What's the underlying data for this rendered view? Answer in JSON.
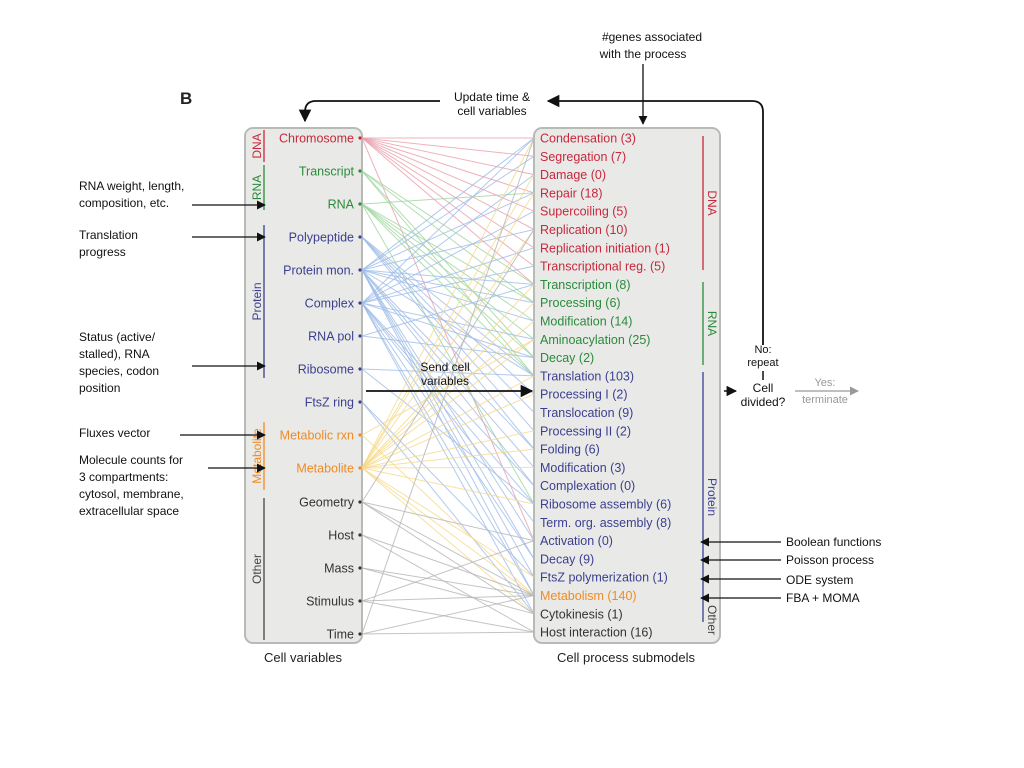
{
  "panel_label": "B",
  "top_note": [
    "#genes associated",
    "with the process"
  ],
  "update_note": [
    "Update time &",
    "cell variables"
  ],
  "send_note": [
    "Send cell",
    "variables"
  ],
  "loop": {
    "no_label": [
      "No:",
      "repeat"
    ],
    "question": [
      "Cell",
      "divided?"
    ],
    "yes_label": [
      "Yes:",
      "terminate"
    ]
  },
  "left_column": {
    "caption": "Cell variables",
    "groups": [
      {
        "label": "DNA",
        "color": "#c8283c"
      },
      {
        "label": "RNA",
        "color": "#2a8a3a"
      },
      {
        "label": "Protein",
        "color": "#3b3f8f"
      },
      {
        "label": "Metabolite",
        "color": "#f08a24"
      },
      {
        "label": "Other",
        "color": "#444444"
      }
    ],
    "items": [
      {
        "label": "Chromosome",
        "color": "#c8283c"
      },
      {
        "label": "Transcript",
        "color": "#2a8a3a"
      },
      {
        "label": "RNA",
        "color": "#2a8a3a"
      },
      {
        "label": "Polypeptide",
        "color": "#3b3f8f"
      },
      {
        "label": "Protein mon.",
        "color": "#3b3f8f"
      },
      {
        "label": "Complex",
        "color": "#3b3f8f"
      },
      {
        "label": "RNA pol",
        "color": "#3b3f8f"
      },
      {
        "label": "Ribosome",
        "color": "#3b3f8f"
      },
      {
        "label": "FtsZ ring",
        "color": "#3b3f8f"
      },
      {
        "label": "Metabolic rxn",
        "color": "#f08a24"
      },
      {
        "label": "Metabolite",
        "color": "#f08a24"
      },
      {
        "label": "Geometry",
        "color": "#333333"
      },
      {
        "label": "Host",
        "color": "#333333"
      },
      {
        "label": "Mass",
        "color": "#333333"
      },
      {
        "label": "Stimulus",
        "color": "#333333"
      },
      {
        "label": "Time",
        "color": "#333333"
      }
    ]
  },
  "right_column": {
    "caption": "Cell process submodels",
    "groups": [
      {
        "label": "DNA",
        "color": "#c8283c"
      },
      {
        "label": "RNA",
        "color": "#2a8a3a"
      },
      {
        "label": "Protein",
        "color": "#3b3f8f"
      },
      {
        "label": "Other",
        "color": "#444444"
      }
    ],
    "items": [
      {
        "label": "Condensation (3)",
        "color": "#c8283c"
      },
      {
        "label": "Segregation (7)",
        "color": "#c8283c"
      },
      {
        "label": "Damage (0)",
        "color": "#c8283c"
      },
      {
        "label": "Repair (18)",
        "color": "#c8283c"
      },
      {
        "label": "Supercoiling (5)",
        "color": "#c8283c"
      },
      {
        "label": "Replication (10)",
        "color": "#c8283c"
      },
      {
        "label": "Replication initiation (1)",
        "color": "#c8283c"
      },
      {
        "label": "Transcriptional reg. (5)",
        "color": "#c8283c"
      },
      {
        "label": "Transcription (8)",
        "color": "#2a8a3a"
      },
      {
        "label": "Processing (6)",
        "color": "#2a8a3a"
      },
      {
        "label": "Modification (14)",
        "color": "#2a8a3a"
      },
      {
        "label": "Aminoacylation (25)",
        "color": "#2a8a3a"
      },
      {
        "label": "Decay (2)",
        "color": "#2a8a3a"
      },
      {
        "label": "Translation (103)",
        "color": "#3b3f8f"
      },
      {
        "label": "Processing I (2)",
        "color": "#3b3f8f"
      },
      {
        "label": "Translocation (9)",
        "color": "#3b3f8f"
      },
      {
        "label": "Processing II (2)",
        "color": "#3b3f8f"
      },
      {
        "label": "Folding (6)",
        "color": "#3b3f8f"
      },
      {
        "label": "Modification (3)",
        "color": "#3b3f8f"
      },
      {
        "label": "Complexation (0)",
        "color": "#3b3f8f"
      },
      {
        "label": "Ribosome assembly (6)",
        "color": "#3b3f8f"
      },
      {
        "label": "Term. org. assembly (8)",
        "color": "#3b3f8f"
      },
      {
        "label": "Activation (0)",
        "color": "#3b3f8f"
      },
      {
        "label": "Decay (9)",
        "color": "#3b3f8f"
      },
      {
        "label": "FtsZ polymerization (1)",
        "color": "#3b3f8f"
      },
      {
        "label": "Metabolism (140)",
        "color": "#f08a24"
      },
      {
        "label": "Cytokinesis (1)",
        "color": "#333333"
      },
      {
        "label": "Host interaction (16)",
        "color": "#333333"
      }
    ]
  },
  "left_annotations": [
    {
      "lines": [
        "RNA weight, length,",
        "composition, etc."
      ]
    },
    {
      "lines": [
        "Translation",
        "progress"
      ]
    },
    {
      "lines": [
        "Status (active/",
        "stalled), RNA",
        "species, codon",
        "position"
      ]
    },
    {
      "lines": [
        "Fluxes vector"
      ]
    },
    {
      "lines": [
        "Molecule counts for",
        "3 compartments:",
        "cytosol, membrane,",
        "extracellular space"
      ]
    }
  ],
  "right_annotations": [
    {
      "label": "Boolean functions"
    },
    {
      "label": "Poisson process"
    },
    {
      "label": "ODE system"
    },
    {
      "label": "FBA + MOMA"
    }
  ],
  "connection_colors": {
    "dna": "#e9a0ac",
    "rna": "#9fd6a0",
    "protein": "#9fbde8",
    "metabolite": "#f6d98a",
    "other": "#b5b5b5"
  }
}
